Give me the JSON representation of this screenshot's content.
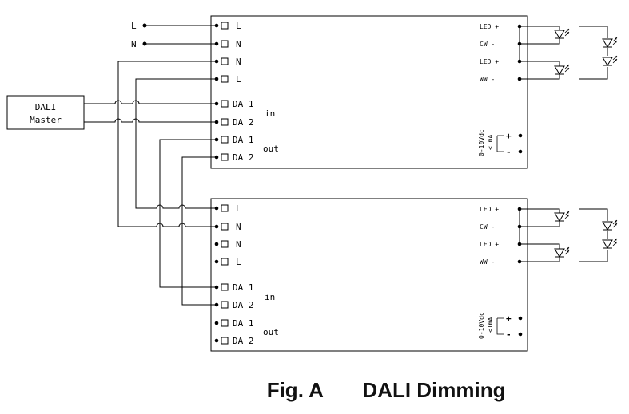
{
  "mains": {
    "line_label": "L",
    "neutral_label": "N"
  },
  "master": {
    "line1": "DALI",
    "line2": "Master"
  },
  "driver_terminals": {
    "ac": [
      "L",
      "N",
      "N",
      "L"
    ],
    "bus": [
      "DA 1",
      "DA 2",
      "DA 1",
      "DA 2"
    ],
    "bus_in_label": "in",
    "bus_out_label": "out",
    "outputs": [
      "LED +",
      "CW -",
      "LED +",
      "WW -"
    ],
    "dim_label_1": "0-10Vdc",
    "dim_label_2": "<1mA",
    "dim_plus": "+",
    "dim_minus": "-"
  },
  "caption": {
    "fig": "Fig. A",
    "title": "DALI Dimming"
  }
}
